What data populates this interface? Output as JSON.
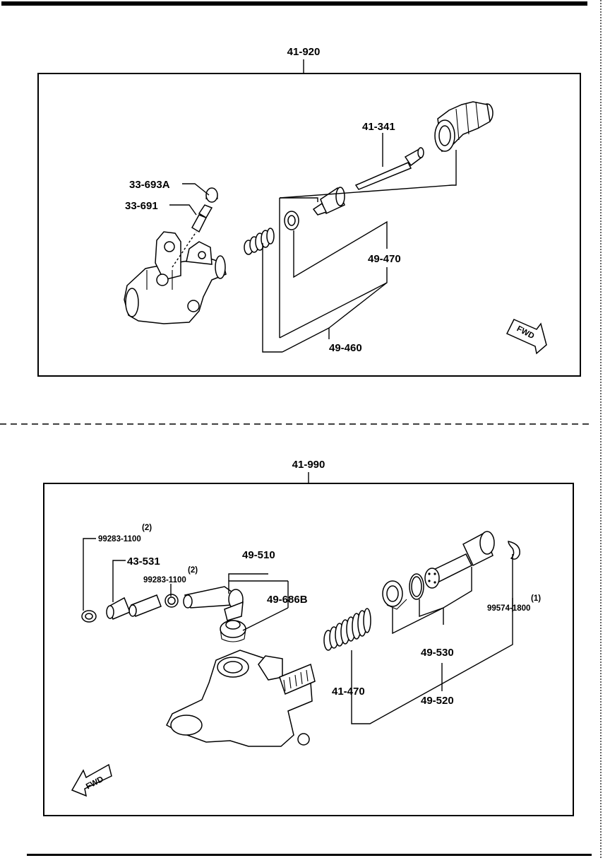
{
  "upper": {
    "assembly": "41-920",
    "parts": {
      "p33693a": "33-693A",
      "p33691": "33-691",
      "p41341": "41-341",
      "p49470": "49-470",
      "p49460": "49-460"
    },
    "fwd": "FWD"
  },
  "lower": {
    "assembly": "41-990",
    "parts": {
      "clamp1": "99283-1100",
      "clamp1_qty": "(2)",
      "p43531": "43-531",
      "clamp2": "99283-1100",
      "clamp2_qty": "(2)",
      "p49510": "49-510",
      "p49686b": "49-686B",
      "p41470": "41-470",
      "p49530": "49-530",
      "p49520": "49-520",
      "snap": "99574-1800",
      "snap_qty": "(1)"
    },
    "fwd": "FWD"
  }
}
